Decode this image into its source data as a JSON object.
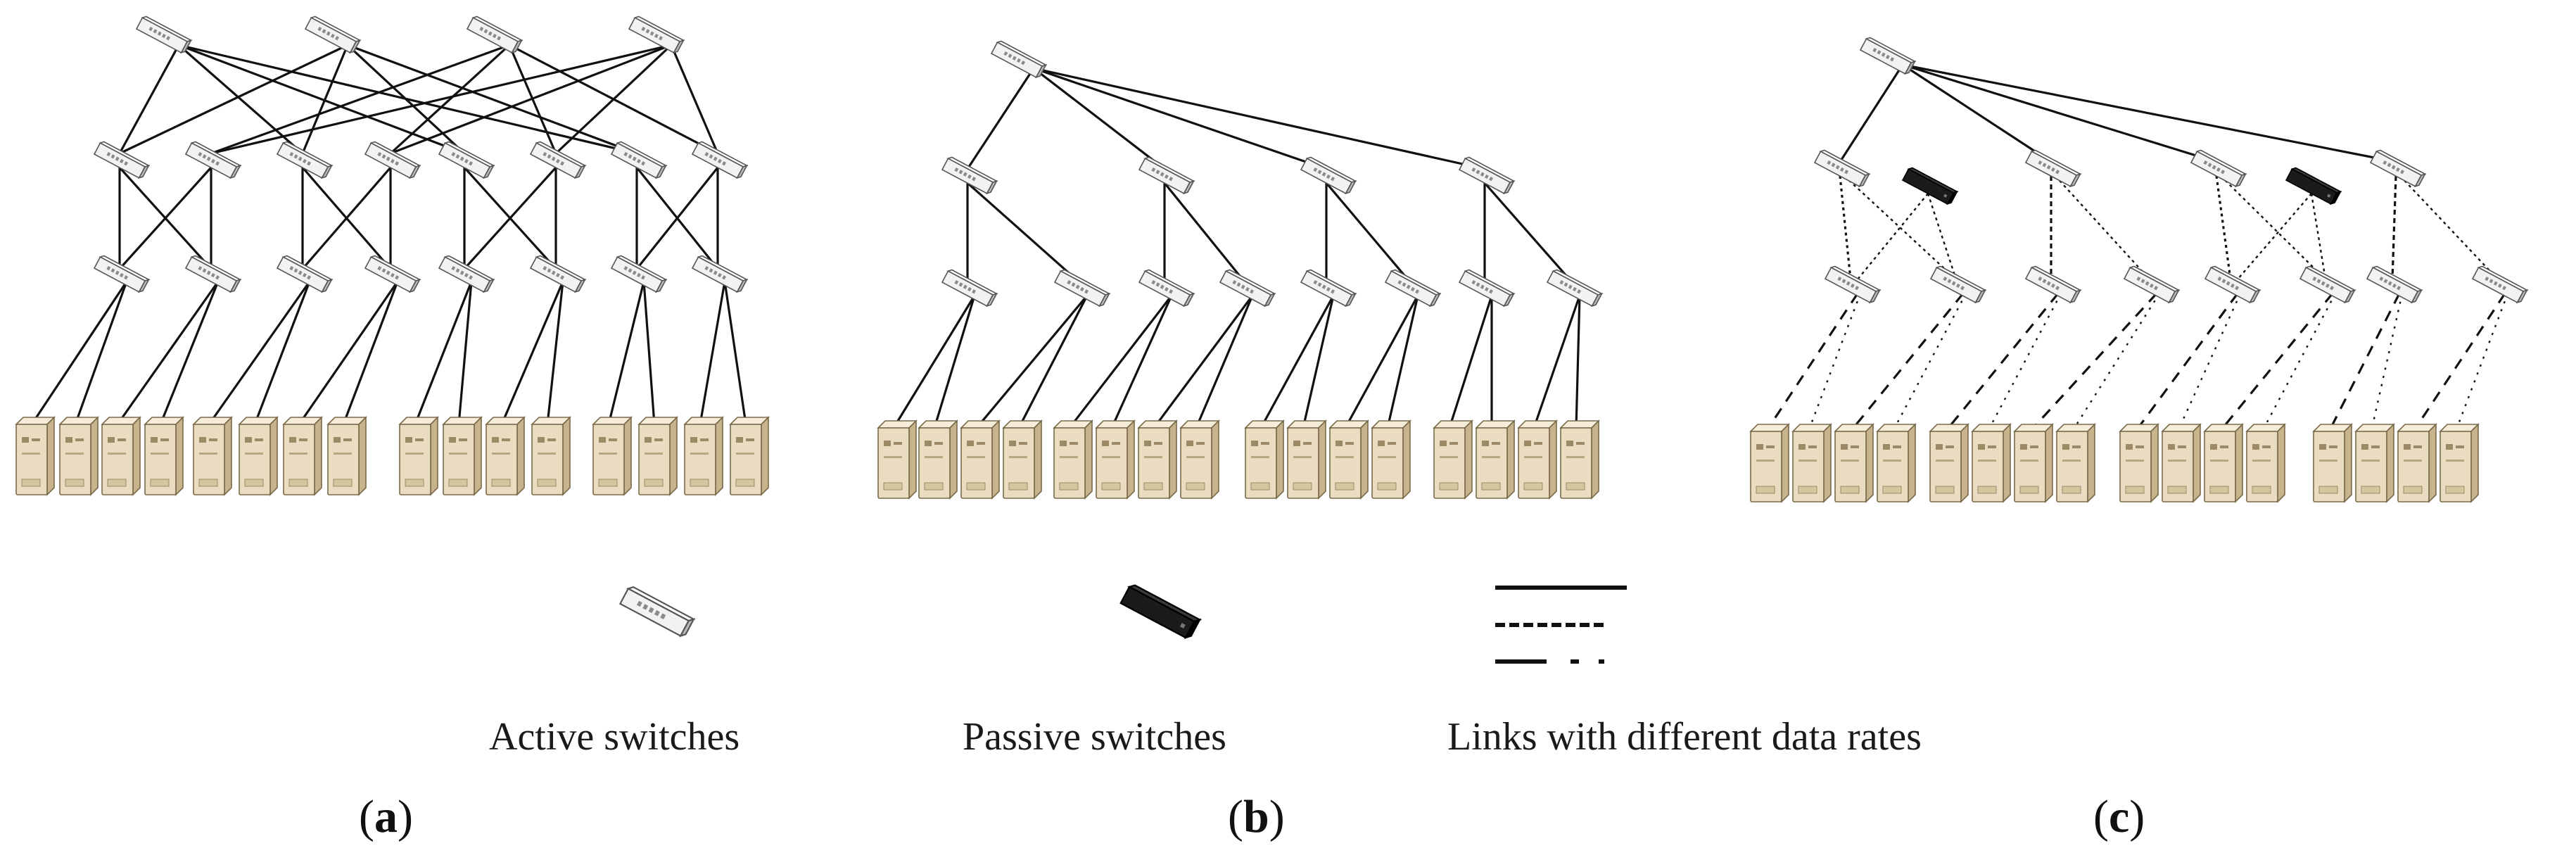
{
  "legend": {
    "active": "Active switches",
    "passive": "Passive switches",
    "links": "Links with different data rates"
  },
  "panels": [
    {
      "id": "a",
      "label_open": "(",
      "label_letter": "a",
      "label_close": ")",
      "topology": "fat-tree",
      "core_switches": 4,
      "aggregation_switches": 8,
      "edge_switches": 8,
      "servers": 16,
      "passive_switches": 0,
      "link_style": "solid"
    },
    {
      "id": "b",
      "label_open": "(",
      "label_letter": "b",
      "label_close": ")",
      "topology": "tree",
      "core_switches": 1,
      "aggregation_switches": 4,
      "edge_switches": 8,
      "servers": 16,
      "passive_switches": 0,
      "link_style": "solid"
    },
    {
      "id": "c",
      "label_open": "(",
      "label_letter": "c",
      "label_close": ")",
      "topology": "tree with passive switches",
      "core_switches": 1,
      "aggregation_switches": 4,
      "edge_switches": 8,
      "servers": 16,
      "passive_switches": 2,
      "link_style": "mixed data rates"
    }
  ],
  "colors": {
    "active_switch_face": "#f2f2f2",
    "active_switch_side": "#b9b9b9",
    "passive_switch": "#1b1b1b",
    "server_body": "#e9dcc0",
    "server_side": "#c8b48c",
    "link": "#111111"
  }
}
